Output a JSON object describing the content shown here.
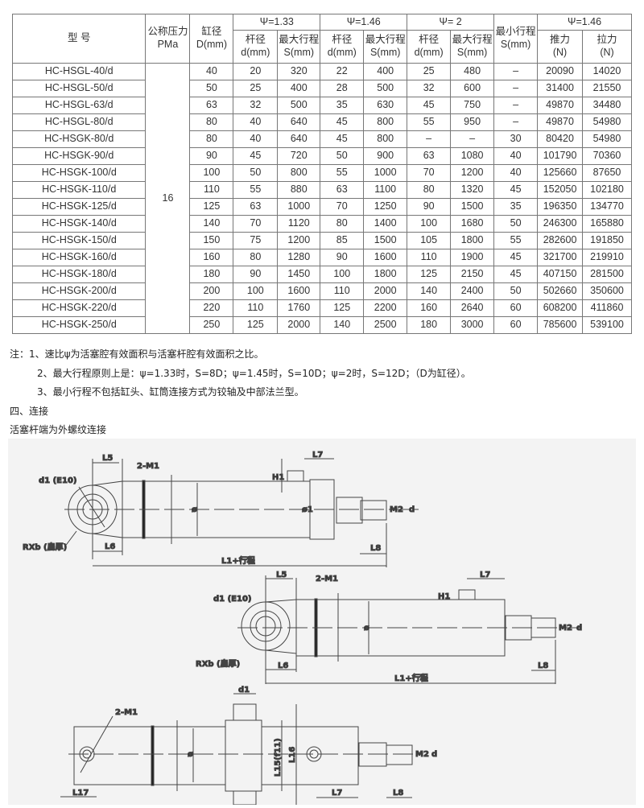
{
  "table": {
    "headers": {
      "model": "型 号",
      "pressure": "公称压力\nPMa",
      "bore": "缸径\nD(mm)",
      "psi133": "Ψ=1.33",
      "psi146": "Ψ=1.46",
      "psi2": "Ψ= 2",
      "min_stroke": "最小行程\nS(mm)",
      "psi146_force": "Ψ=1.46",
      "rod": "杆径\nd(mm)",
      "max_stroke": "最大行程\nS(mm)",
      "push": "推力\n(N)",
      "pull": "拉力\n(N)"
    },
    "pressure_value": "16",
    "rows": [
      [
        "HC-HSGL-40/d",
        "40",
        "20",
        "320",
        "22",
        "400",
        "25",
        "480",
        "–",
        "20090",
        "14020"
      ],
      [
        "HC-HSGL-50/d",
        "50",
        "25",
        "400",
        "28",
        "500",
        "32",
        "600",
        "–",
        "31400",
        "21550"
      ],
      [
        "HC-HSGL-63/d",
        "63",
        "32",
        "500",
        "35",
        "630",
        "45",
        "750",
        "–",
        "49870",
        "34480"
      ],
      [
        "HC-HSGL-80/d",
        "80",
        "40",
        "640",
        "45",
        "800",
        "55",
        "950",
        "–",
        "49870",
        "54980"
      ],
      [
        "HC-HSGK-80/d",
        "80",
        "40",
        "640",
        "45",
        "800",
        "–",
        "–",
        "30",
        "80420",
        "54980"
      ],
      [
        "HC-HSGK-90/d",
        "90",
        "45",
        "720",
        "50",
        "900",
        "63",
        "1080",
        "40",
        "101790",
        "70360"
      ],
      [
        "HC-HSGK-100/d",
        "100",
        "50",
        "800",
        "55",
        "1000",
        "70",
        "1200",
        "40",
        "125660",
        "87650"
      ],
      [
        "HC-HSGK-110/d",
        "110",
        "55",
        "880",
        "63",
        "1100",
        "80",
        "1320",
        "45",
        "152050",
        "102180"
      ],
      [
        "HC-HSGK-125/d",
        "125",
        "63",
        "1000",
        "70",
        "1250",
        "90",
        "1500",
        "35",
        "196350",
        "134770"
      ],
      [
        "HC-HSGK-140/d",
        "140",
        "70",
        "1120",
        "80",
        "1400",
        "100",
        "1680",
        "50",
        "246300",
        "165880"
      ],
      [
        "HC-HSGK-150/d",
        "150",
        "75",
        "1200",
        "85",
        "1500",
        "105",
        "1800",
        "55",
        "282600",
        "191850"
      ],
      [
        "HC-HSGK-160/d",
        "160",
        "80",
        "1280",
        "90",
        "1600",
        "110",
        "1900",
        "45",
        "321700",
        "219910"
      ],
      [
        "HC-HSGK-180/d",
        "180",
        "90",
        "1450",
        "100",
        "1800",
        "125",
        "2150",
        "45",
        "407150",
        "281500"
      ],
      [
        "HC-HSGK-200/d",
        "200",
        "100",
        "1600",
        "110",
        "2000",
        "140",
        "2400",
        "50",
        "502660",
        "350600"
      ],
      [
        "HC-HSGK-220/d",
        "220",
        "110",
        "1760",
        "125",
        "2200",
        "160",
        "2640",
        "60",
        "608200",
        "411860"
      ],
      [
        "HC-HSGK-250/d",
        "250",
        "125",
        "2000",
        "140",
        "2500",
        "180",
        "3000",
        "60",
        "785600",
        "539100"
      ]
    ]
  },
  "notes": {
    "n1": "注：1、速比ψ为活塞腔有效面积与活塞杆腔有效面积之比。",
    "n2": "2、最大行程原则上是：ψ=1.33时，S=8D；ψ=1.45时，S=10D；ψ=2时，S=12D；（D为缸径）。",
    "n3": "3、最小行程不包括缸头、缸筒连接方式为铰轴及中部法兰型。",
    "section": "四、连接",
    "sub": "活塞杆端为外螺纹连接"
  },
  "drawing": {
    "L5": "L5",
    "M1": "2-M1",
    "d1e10": "d1 (E10)",
    "rxb": "RXb (扁厚)",
    "L6": "L6",
    "L1": "L1+行程",
    "L7": "L7",
    "H1": "H1",
    "phi": "ø",
    "phi1": "ø1",
    "M2": "M2",
    "d": "d",
    "L8": "L8",
    "d1": "d1",
    "L15": "L15(f11)",
    "L16": "L16",
    "L17": "L17"
  }
}
